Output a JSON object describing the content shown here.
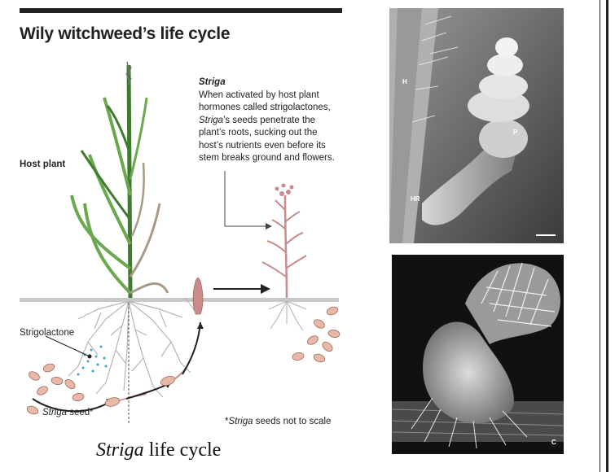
{
  "title": "Wily witchweed’s life cycle",
  "labels": {
    "host_plant": "Host plant",
    "strigolactone": "Strigolactone",
    "striga_seed_italic": "Striga",
    "striga_seed_rest": " seed*",
    "footnote_star": "*",
    "footnote_italic": "Striga",
    "footnote_rest": " seeds not to scale"
  },
  "callout": {
    "heading": "Striga",
    "line1": "When activated by host plant",
    "line2": "hormones called strigolactones,",
    "line3_italic": "Striga",
    "line3_rest": "’s seeds penetrate the",
    "line4": "plant’s roots, sucking out the",
    "line5": "host’s nutrients even before its",
    "line6": "stem breaks ground and flowers."
  },
  "caption": {
    "italic": "Striga",
    "rest": " life cycle"
  },
  "photo1_labels": {
    "h": "H",
    "hr": "HR",
    "p": "P"
  },
  "photo2_labels": {
    "c": "C"
  },
  "colors": {
    "leaf_green": "#6aa84f",
    "leaf_dark": "#3f7a2f",
    "striga_pink": "#c98b8b",
    "seed_fill": "#e8b8a8",
    "root_gray": "#b5b5b5",
    "ground": "#c8c8c8",
    "dots": "#3aa6d0"
  }
}
